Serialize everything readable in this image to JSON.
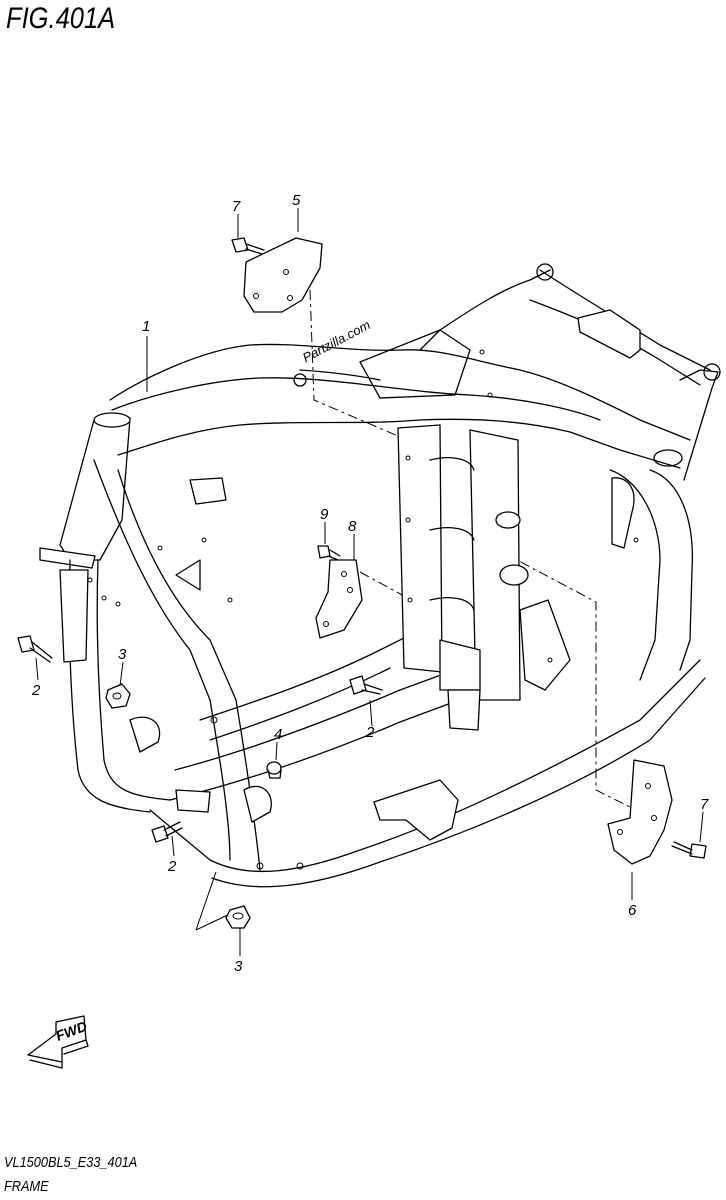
{
  "figure": {
    "title": "FIG.401A",
    "caption": "FRAME",
    "code": "VL1500BL5_E33_401A",
    "watermark": "Partzilla.com",
    "direction_label": "FWD"
  },
  "callouts": [
    {
      "id": "c1",
      "label": "1",
      "part": "frame"
    },
    {
      "id": "c2a",
      "label": "2",
      "part": "bolt"
    },
    {
      "id": "c2b",
      "label": "2",
      "part": "bolt"
    },
    {
      "id": "c2c",
      "label": "2",
      "part": "bolt"
    },
    {
      "id": "c3a",
      "label": "3",
      "part": "nut"
    },
    {
      "id": "c3b",
      "label": "3",
      "part": "nut"
    },
    {
      "id": "c4",
      "label": "4",
      "part": "plug"
    },
    {
      "id": "c5",
      "label": "5",
      "part": "bracket"
    },
    {
      "id": "c6",
      "label": "6",
      "part": "bracket"
    },
    {
      "id": "c7a",
      "label": "7",
      "part": "bolt"
    },
    {
      "id": "c7b",
      "label": "7",
      "part": "bolt"
    },
    {
      "id": "c8",
      "label": "8",
      "part": "bracket"
    },
    {
      "id": "c9",
      "label": "9",
      "part": "bolt"
    }
  ],
  "colors": {
    "line": "#000000",
    "background": "#ffffff"
  }
}
